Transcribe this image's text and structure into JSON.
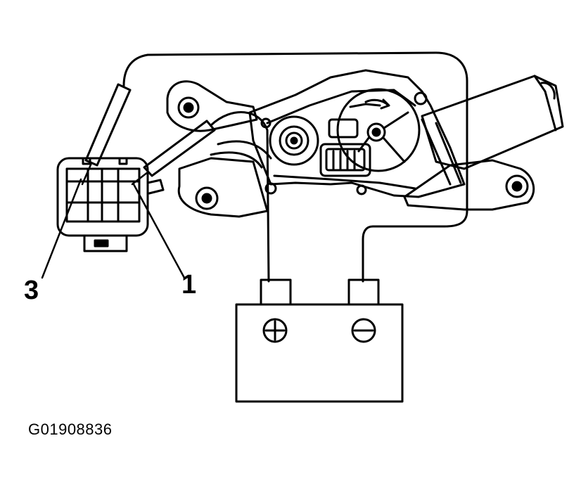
{
  "labels": {
    "pin_3": "3",
    "pin_1": "1"
  },
  "figure_id": "G01908836",
  "battery": {
    "positive_symbol": "plus-terminal-icon",
    "negative_symbol": "minus-terminal-icon"
  },
  "colors": {
    "line": "#000000",
    "background": "#ffffff"
  }
}
